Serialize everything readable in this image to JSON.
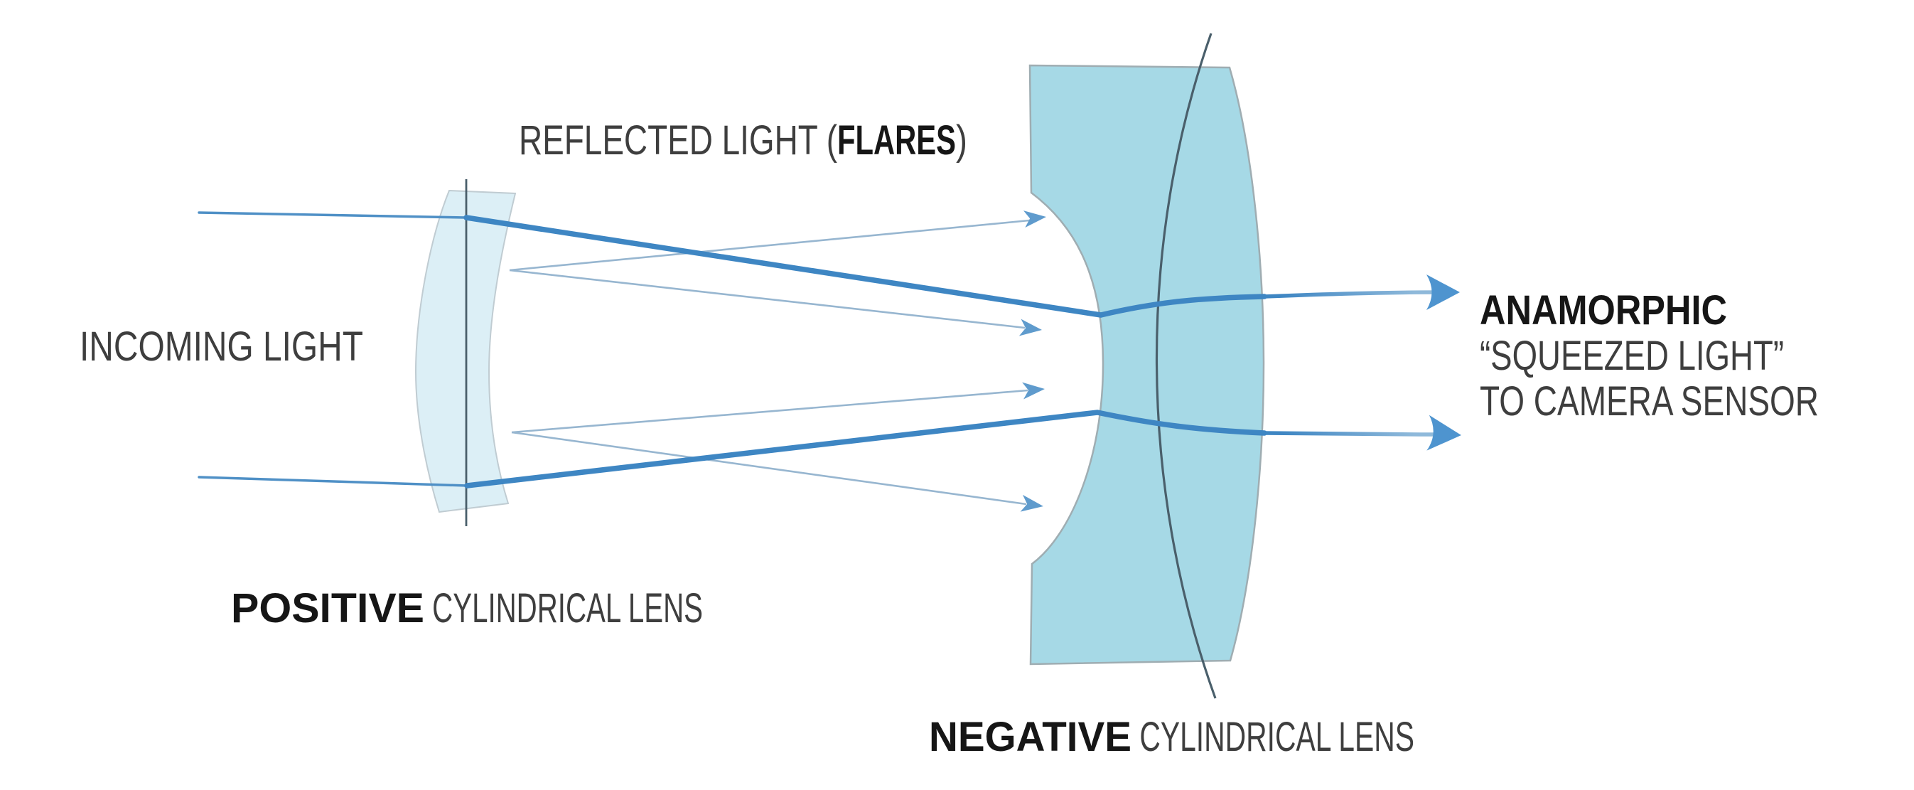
{
  "diagram": {
    "title": "Anamorphic lens light-path diagram",
    "labels": {
      "reflected": {
        "pre": "REFLECTED LIGHT (",
        "bold": "FLARES",
        "post": ")"
      },
      "incoming": "INCOMING LIGHT",
      "positive_lens": {
        "bold": "POSITIVE",
        "rest": " CYLINDRICAL LENS"
      },
      "negative_lens": {
        "bold": "NEGATIVE",
        "rest": " CYLINDRICAL LENS"
      },
      "output": {
        "line1": "ANAMORPHIC",
        "line2": "“SQUEEZED LIGHT”",
        "line3": "TO CAMERA SENSOR"
      }
    },
    "icons": {
      "exit_arrow": "right-arrow",
      "flare_arrow": "right-arrow"
    },
    "colors": {
      "background": "#ffffff",
      "positive_lens_fill": "#daeef5",
      "positive_lens_stroke": "#c0ccd2",
      "negative_lens_fill": "#a6d9e6",
      "negative_lens_stroke": "#9fadb2",
      "axis_line": "#4a5f6b",
      "meridian_line": "#46626e",
      "main_ray": "#3e86c3",
      "incoming_ray": "#4f90c6",
      "exit_ray_light": "#8fb9da",
      "flare_ray": "#97b6d0",
      "flare_arrow": "#5f9bcd",
      "exit_arrow": "#4e94cf",
      "text_bold": "#161616",
      "text_regular": "#3e3e3e"
    }
  }
}
